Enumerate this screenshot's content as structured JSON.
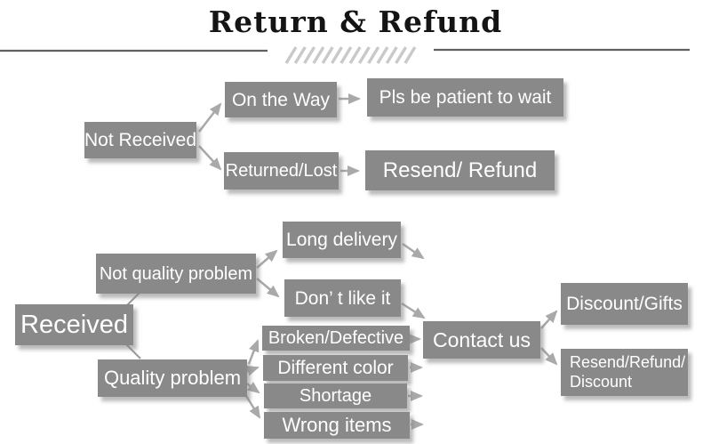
{
  "title": "Return & Refund",
  "colors": {
    "background": "#ffffff",
    "box_fill": "#898989",
    "box_text": "#ffffff",
    "arrow": "#a9a9a9",
    "connector": "#9a9a9a",
    "divider": "#606060",
    "hatch": "#c9c9c9",
    "title_text": "#141414"
  },
  "nodes": {
    "not_received": {
      "label": "Not Received"
    },
    "on_the_way": {
      "label": "On the Way"
    },
    "pls_be_patient": {
      "label": "Pls be patient to wait"
    },
    "returned_lost": {
      "label": "Returned/Lost"
    },
    "resend_refund": {
      "label": "Resend/ Refund"
    },
    "received": {
      "label": "Received"
    },
    "not_quality_problem": {
      "label": "Not quality problem"
    },
    "long_delivery": {
      "label": "Long delivery"
    },
    "dont_like_it": {
      "label": "Don’ t like it"
    },
    "quality_problem": {
      "label": "Quality problem"
    },
    "broken_defective": {
      "label": "Broken/Defective"
    },
    "different_color": {
      "label": "Different color"
    },
    "shortage": {
      "label": "Shortage"
    },
    "wrong_items": {
      "label": "Wrong items"
    },
    "contact_us": {
      "label": "Contact us"
    },
    "discount_gifts": {
      "label": "Discount/Gifts"
    },
    "resend_refund_discount": {
      "line1": "Resend/Refund/",
      "line2": "Discount"
    }
  },
  "edges": [
    {
      "from": "not_received",
      "to": "on_the_way"
    },
    {
      "from": "not_received",
      "to": "returned_lost"
    },
    {
      "from": "on_the_way",
      "to": "pls_be_patient"
    },
    {
      "from": "returned_lost",
      "to": "resend_refund"
    },
    {
      "from": "received",
      "to": "not_quality_problem"
    },
    {
      "from": "received",
      "to": "quality_problem"
    },
    {
      "from": "not_quality_problem",
      "to": "long_delivery"
    },
    {
      "from": "not_quality_problem",
      "to": "dont_like_it"
    },
    {
      "from": "quality_problem",
      "to": "broken_defective"
    },
    {
      "from": "quality_problem",
      "to": "different_color"
    },
    {
      "from": "quality_problem",
      "to": "shortage"
    },
    {
      "from": "quality_problem",
      "to": "wrong_items"
    },
    {
      "from": "long_delivery",
      "to": "contact_us"
    },
    {
      "from": "dont_like_it",
      "to": "contact_us"
    },
    {
      "from": "broken_defective",
      "to": "contact_us"
    },
    {
      "from": "different_color",
      "to": "contact_us"
    },
    {
      "from": "shortage",
      "to": "contact_us"
    },
    {
      "from": "wrong_items",
      "to": "contact_us"
    },
    {
      "from": "contact_us",
      "to": "discount_gifts"
    },
    {
      "from": "contact_us",
      "to": "resend_refund_discount"
    }
  ]
}
